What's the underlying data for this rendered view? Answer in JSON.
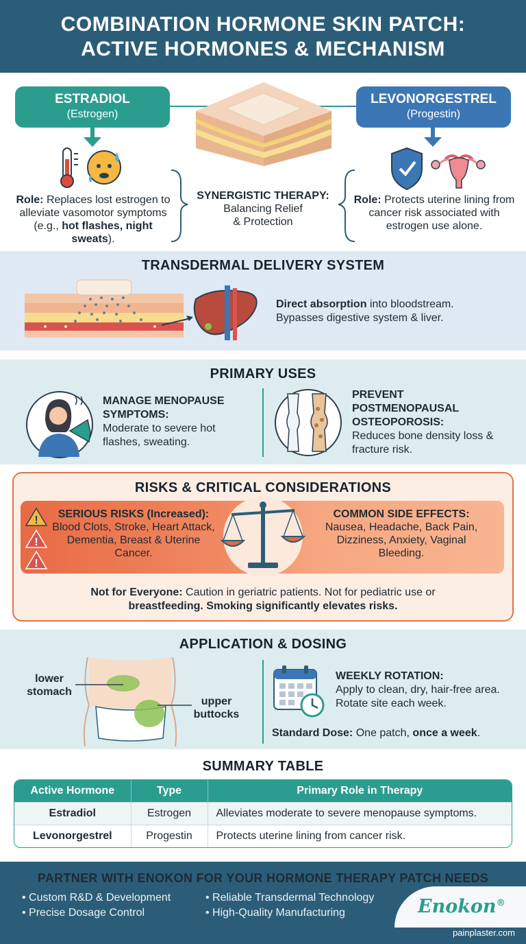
{
  "header": {
    "line1": "COMBINATION HORMONE SKIN PATCH:",
    "line2": "ACTIVE HORMONES & MECHANISM"
  },
  "hormones": {
    "estradiol": {
      "name": "ESTRADIOL",
      "type": "(Estrogen)",
      "role_label": "Role:",
      "role_text": "Replaces lost estrogen to alleviate vasomotor symptoms (e.g.,",
      "role_bold": "hot flashes, night sweats",
      "role_end": ")."
    },
    "levonorgestrel": {
      "name": "LEVONORGESTREL",
      "type": "(Progestin)",
      "role_label": "Role:",
      "role_text": "Protects uterine lining from cancer risk associated with estrogen use alone."
    }
  },
  "synergy": {
    "title": "SYNERGISTIC THERAPY:",
    "line1": "Balancing Relief",
    "line2": "& Protection"
  },
  "transdermal": {
    "title": "TRANSDERMAL DELIVERY SYSTEM",
    "bold": "Direct absorption",
    "text1": " into bloodstream.",
    "text2": "Bypasses digestive system & liver."
  },
  "primary_uses": {
    "title": "PRIMARY USES",
    "use1": {
      "head1": "MANAGE MENOPAUSE",
      "head2": "SYMPTOMS:",
      "text": "Moderate to severe hot flashes, sweating."
    },
    "use2": {
      "head1": "PREVENT",
      "head2": "POSTMENOPAUSAL",
      "head3": "OSTEOPOROSIS:",
      "text": "Reduces bone density loss & fracture risk."
    }
  },
  "risks": {
    "title": "RISKS & CRITICAL CONSIDERATIONS",
    "serious_title": "SERIOUS RISKS (Increased):",
    "serious_text": "Blood Clots, Stroke, Heart Attack, Dementia, Breast & Uterine Cancer.",
    "common_title": "COMMON SIDE EFFECTS:",
    "common_text": "Nausea, Headache, Back Pain, Dizziness, Anxiety, Vaginal Bleeding.",
    "note_bold": "Not for Everyone:",
    "note_text": " Caution in geriatric patients. Not for pediatric use or",
    "note_bold2": "breastfeeding.",
    "note_bold3": "Smoking significantly elevates risks."
  },
  "application": {
    "title": "APPLICATION & DOSING",
    "site1_a": "lower",
    "site1_b": "stomach",
    "site2_a": "upper",
    "site2_b": "buttocks",
    "rotation_title": "WEEKLY ROTATION:",
    "rotation_text": "Apply to clean, dry, hair-free area. Rotate site each week.",
    "dose_bold": "Standard Dose:",
    "dose_text": " One patch, ",
    "dose_bold2": "once a week",
    "dose_end": "."
  },
  "summary": {
    "title": "SUMMARY TABLE",
    "headers": [
      "Active Hormone",
      "Type",
      "Primary Role in Therapy"
    ],
    "rows": [
      [
        "Estradiol",
        "Estrogen",
        "Alleviates moderate to severe menopause symptoms."
      ],
      [
        "Levonorgestrel",
        "Progestin",
        "Protects uterine lining from cancer risk."
      ]
    ]
  },
  "footer": {
    "title": "PARTNER WITH ENOKON FOR YOUR HORMONE THERAPY PATCH NEEDS",
    "items": [
      "Custom R&D & Development",
      "Precise Dosage Control",
      "Reliable Transdermal Technology",
      "High-Quality Manufacturing"
    ],
    "logo": "Enokon",
    "reg": "®",
    "website": "painplaster.com"
  },
  "colors": {
    "teal": "#2a9d8f",
    "blue": "#3c77b5",
    "navy": "#2c5d78",
    "orange": "#e0744a"
  }
}
